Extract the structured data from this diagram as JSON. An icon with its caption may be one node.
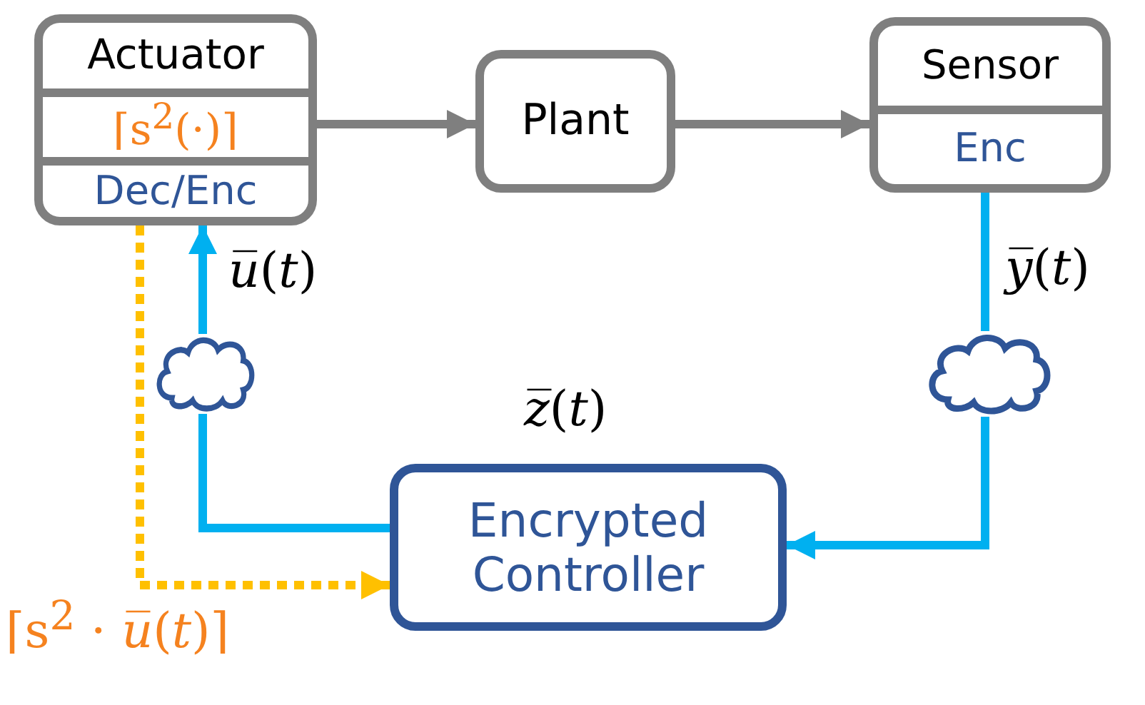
{
  "diagram": {
    "nodes": [
      {
        "text": [
          "Actuator",
          "⌈s$^{2}$(·)⌉",
          "Dec/Enc"
        ]
      },
      {
        "text": [
          "Plant"
        ]
      },
      {
        "text": [
          "Sensor",
          "Enc"
        ]
      },
      {
        "text": [
          "Encrypted Controller"
        ],
        "beside": [
          "*z̅*(*t*)"
        ]
      },
      {
        "text": [],
        "shape": "cloud"
      },
      {
        "text": [],
        "shape": "cloud"
      }
    ],
    "edges": [
      {
        "from": 0,
        "to": 1,
        "arrow": "to",
        "color": "#7f7f7f"
      },
      {
        "from": 1,
        "to": 2,
        "arrow": "to",
        "color": "#7f7f7f"
      },
      {
        "from": 2,
        "to": 5,
        "arrow": "none",
        "color": "#00b0f0"
      },
      {
        "from": 5,
        "to": 3,
        "arrow": "to",
        "color": "#00b0f0"
      },
      {
        "from": 3,
        "to": 4,
        "arrow": "none",
        "color": "#00b0f0"
      },
      {
        "from": 4,
        "to": 0,
        "arrow": "to",
        "color": "#00b0f0",
        "label": "*u̅*(*t*)"
      },
      {
        "from": 0,
        "to": 3,
        "arrow": "to",
        "style": "dashed",
        "color": "#ffc000",
        "label": "⌈s$^{2}$ · *u̅*(*t*)⌉"
      }
    ],
    "labels": [
      "*y̅*(*t*)"
    ]
  }
}
